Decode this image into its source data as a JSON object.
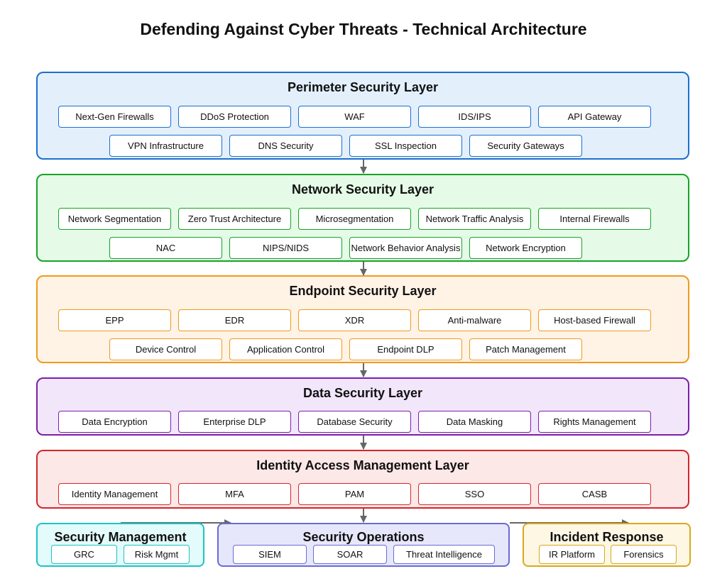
{
  "title": "Defending Against Cyber Threats - Technical Architecture",
  "colors": {
    "perimeter": {
      "border": "#1c6fd1",
      "fill": "#e3f0fc"
    },
    "network": {
      "border": "#17a327",
      "fill": "#e5fbe7"
    },
    "endpoint": {
      "border": "#ef9a1e",
      "fill": "#fff3e6"
    },
    "data": {
      "border": "#7c1fa8",
      "fill": "#f2e6fb"
    },
    "iam": {
      "border": "#d4262b",
      "fill": "#fde8e8"
    },
    "management": {
      "border": "#1bc4c4",
      "fill": "#e3fbfb"
    },
    "operations": {
      "border": "#6a6ad6",
      "fill": "#e7e7fb"
    },
    "incident": {
      "border": "#d9a81e",
      "fill": "#fdf7e3"
    },
    "arrow": "#666666"
  },
  "layers": {
    "perimeter": {
      "title": "Perimeter Security Layer",
      "components": [
        "Next-Gen Firewalls",
        "DDoS Protection",
        "WAF",
        "IDS/IPS",
        "API Gateway",
        "VPN Infrastructure",
        "DNS Security",
        "SSL Inspection",
        "Security Gateways"
      ]
    },
    "network": {
      "title": "Network Security Layer",
      "components": [
        "Network Segmentation",
        "Zero Trust Architecture",
        "Microsegmentation",
        "Network Traffic Analysis",
        "Internal Firewalls",
        "NAC",
        "NIPS/NIDS",
        "Network Behavior Analysis",
        "Network Encryption"
      ]
    },
    "endpoint": {
      "title": "Endpoint Security Layer",
      "components": [
        "EPP",
        "EDR",
        "XDR",
        "Anti-malware",
        "Host-based Firewall",
        "Device Control",
        "Application Control",
        "Endpoint DLP",
        "Patch Management"
      ]
    },
    "data": {
      "title": "Data Security Layer",
      "components": [
        "Data Encryption",
        "Enterprise DLP",
        "Database Security",
        "Data Masking",
        "Rights Management"
      ]
    },
    "iam": {
      "title": "Identity Access Management Layer",
      "components": [
        "Identity Management",
        "MFA",
        "PAM",
        "SSO",
        "CASB"
      ]
    }
  },
  "bottom": {
    "management": {
      "title": "Security Management",
      "components": [
        "GRC",
        "Risk Mgmt"
      ]
    },
    "operations": {
      "title": "Security Operations",
      "components": [
        "SIEM",
        "SOAR",
        "Threat Intelligence"
      ]
    },
    "incident": {
      "title": "Incident Response",
      "components": [
        "IR Platform",
        "Forensics"
      ]
    }
  }
}
